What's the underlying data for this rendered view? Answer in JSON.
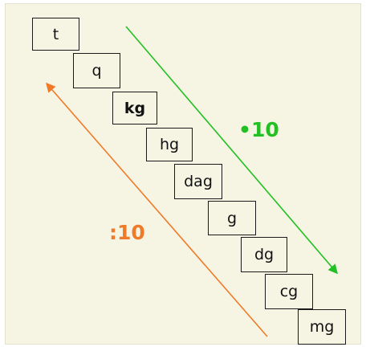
{
  "units": [
    {
      "label": "t",
      "bold": false
    },
    {
      "label": "q",
      "bold": false
    },
    {
      "label": "kg",
      "bold": true
    },
    {
      "label": "hg",
      "bold": false
    },
    {
      "label": "dag",
      "bold": false
    },
    {
      "label": "g",
      "bold": false
    },
    {
      "label": "dg",
      "bold": false
    },
    {
      "label": "cg",
      "bold": false
    },
    {
      "label": "mg",
      "bold": false
    }
  ],
  "multiply": {
    "label": "•10",
    "color": "#22c022"
  },
  "divide": {
    "label": ":10",
    "color": "#f07a28"
  },
  "background": "#f6f5e4"
}
